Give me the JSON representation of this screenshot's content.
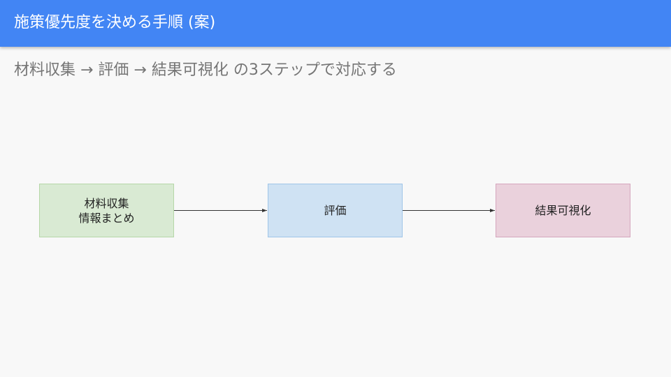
{
  "header": {
    "title": "施策優先度を決める手順 (案)",
    "color": "#4285f4"
  },
  "subtitle": "材料収集 → 評価 → 結果可視化 の3ステップで対応する",
  "diagram": {
    "nodes": [
      {
        "label": "材料収集\n情報まとめ",
        "fill": "#d9ead3",
        "border": "#b6d7a8"
      },
      {
        "label": "評価",
        "fill": "#cfe2f3",
        "border": "#9fc5e8"
      },
      {
        "label": "結果可視化",
        "fill": "#ead1dc",
        "border": "#d5a6bd"
      }
    ],
    "edge_color": "#333333"
  }
}
